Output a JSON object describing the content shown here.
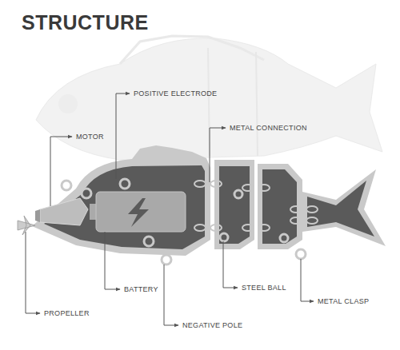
{
  "diagram": {
    "title": "STRUCTURE",
    "labels": [
      "POSITIVE ELECTRODE",
      "METAL CONNECTION",
      "MOTOR",
      "STEEL BALL",
      "BATTERY",
      "METAL CLASP",
      "PROPELLER",
      "NEGATIVE POLE"
    ]
  }
}
